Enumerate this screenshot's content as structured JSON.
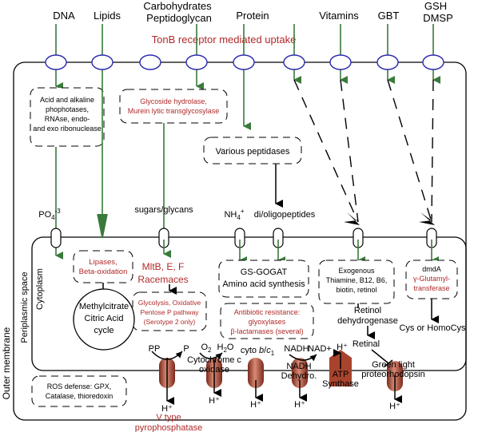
{
  "substrates": {
    "dna": "DNA",
    "lipids": "Lipids",
    "carbohydrates": "Carbohydrates",
    "peptidoglycan": "Peptidoglycan",
    "protein": "Protein",
    "vitamins": "Vitamins",
    "gbt": "GBT",
    "gsh": "GSH",
    "dmsp": "DMSP"
  },
  "tonb_label": "TonB receptor mediated uptake",
  "periplasm_boxes": {
    "nucleases": [
      "Acid and alkaline",
      "phophotases,",
      "RNAse, endo-",
      "and exo ribonuclease"
    ],
    "glycoside": [
      "Glycoside hydrolase,",
      "Murein lytic transglycosylase"
    ],
    "peptidases": "Various peptidases",
    "ros": [
      "ROS defense: GPX,",
      "Catalase, thioredoxin"
    ]
  },
  "transport_labels": {
    "phosphate_base": "PO",
    "phosphate_sub": "4",
    "phosphate_sup": "-3",
    "sugars": "sugars/glycans",
    "ammonium_base": "NH",
    "ammonium_sub": "4",
    "ammonium_sup": "+",
    "oligopeptides": "di/oligopeptides"
  },
  "cytoplasm_boxes": {
    "lipases": [
      "Lipases,",
      "Beta-oxidation"
    ],
    "mlt": [
      "MltB, E, F",
      "Racemaces"
    ],
    "gsgogat": [
      "GS-GOGAT",
      "Amino acid synthesis"
    ],
    "exogenous": [
      "Exogenous",
      "Thiamine, B12, B6,",
      "biotin, retinol"
    ],
    "dmda": [
      "dmdA",
      "γ-Glutamyl-",
      "transferase"
    ],
    "glycolysis": [
      "Glycolysis, Oxidative",
      "Pentose P pathway",
      "(Serotype 2 only)"
    ],
    "antibiotic": [
      "Antibiotic resistance:",
      "glyoxylases",
      "β-lactamases (several)"
    ],
    "citric": [
      "Methylcitrate",
      "Citric Acid",
      "cycle"
    ]
  },
  "cyto_text": {
    "retinol_dehydrogenase": [
      "Retinol",
      "dehydrogenase"
    ],
    "retinal": "Retinal",
    "cys": "Cys or HomoCys"
  },
  "regions": {
    "outer_membrane": "Outer membrane",
    "periplasmic_space": "Periplasmic space",
    "cytoplasm": "Cytoplasm"
  },
  "membrane_complexes": {
    "pp": "PP",
    "p": "P",
    "hplus": "H⁺",
    "v_type": [
      "V type",
      "pyrophosphatase"
    ],
    "o2_base": "O",
    "o2_sub": "2",
    "h2o_base": "H",
    "h2o_sub": "2",
    "h2o_tail": "O",
    "cytochrome_c": [
      "Cytochrome c",
      "oxidase"
    ],
    "cyto_bc_prefix": "cyto ",
    "cyto_bc_b": "b",
    "cyto_bc_slash": "/",
    "cyto_bc_c": "c",
    "cyto_bc_sub": "1",
    "nadh": "NADH",
    "nad": "NAD+",
    "nadh_dehydro": [
      "NADH",
      "Dehydro."
    ],
    "atp_synthase": [
      "ATP",
      "Synthase"
    ],
    "green_light": [
      "Green light",
      "proteorhodopsin"
    ]
  },
  "colors": {
    "green_arrow": "#3a7a3a",
    "porin_outline": "#2b2bb0",
    "red_text": "#b02a2a",
    "complex_fill": "#a8442e"
  }
}
